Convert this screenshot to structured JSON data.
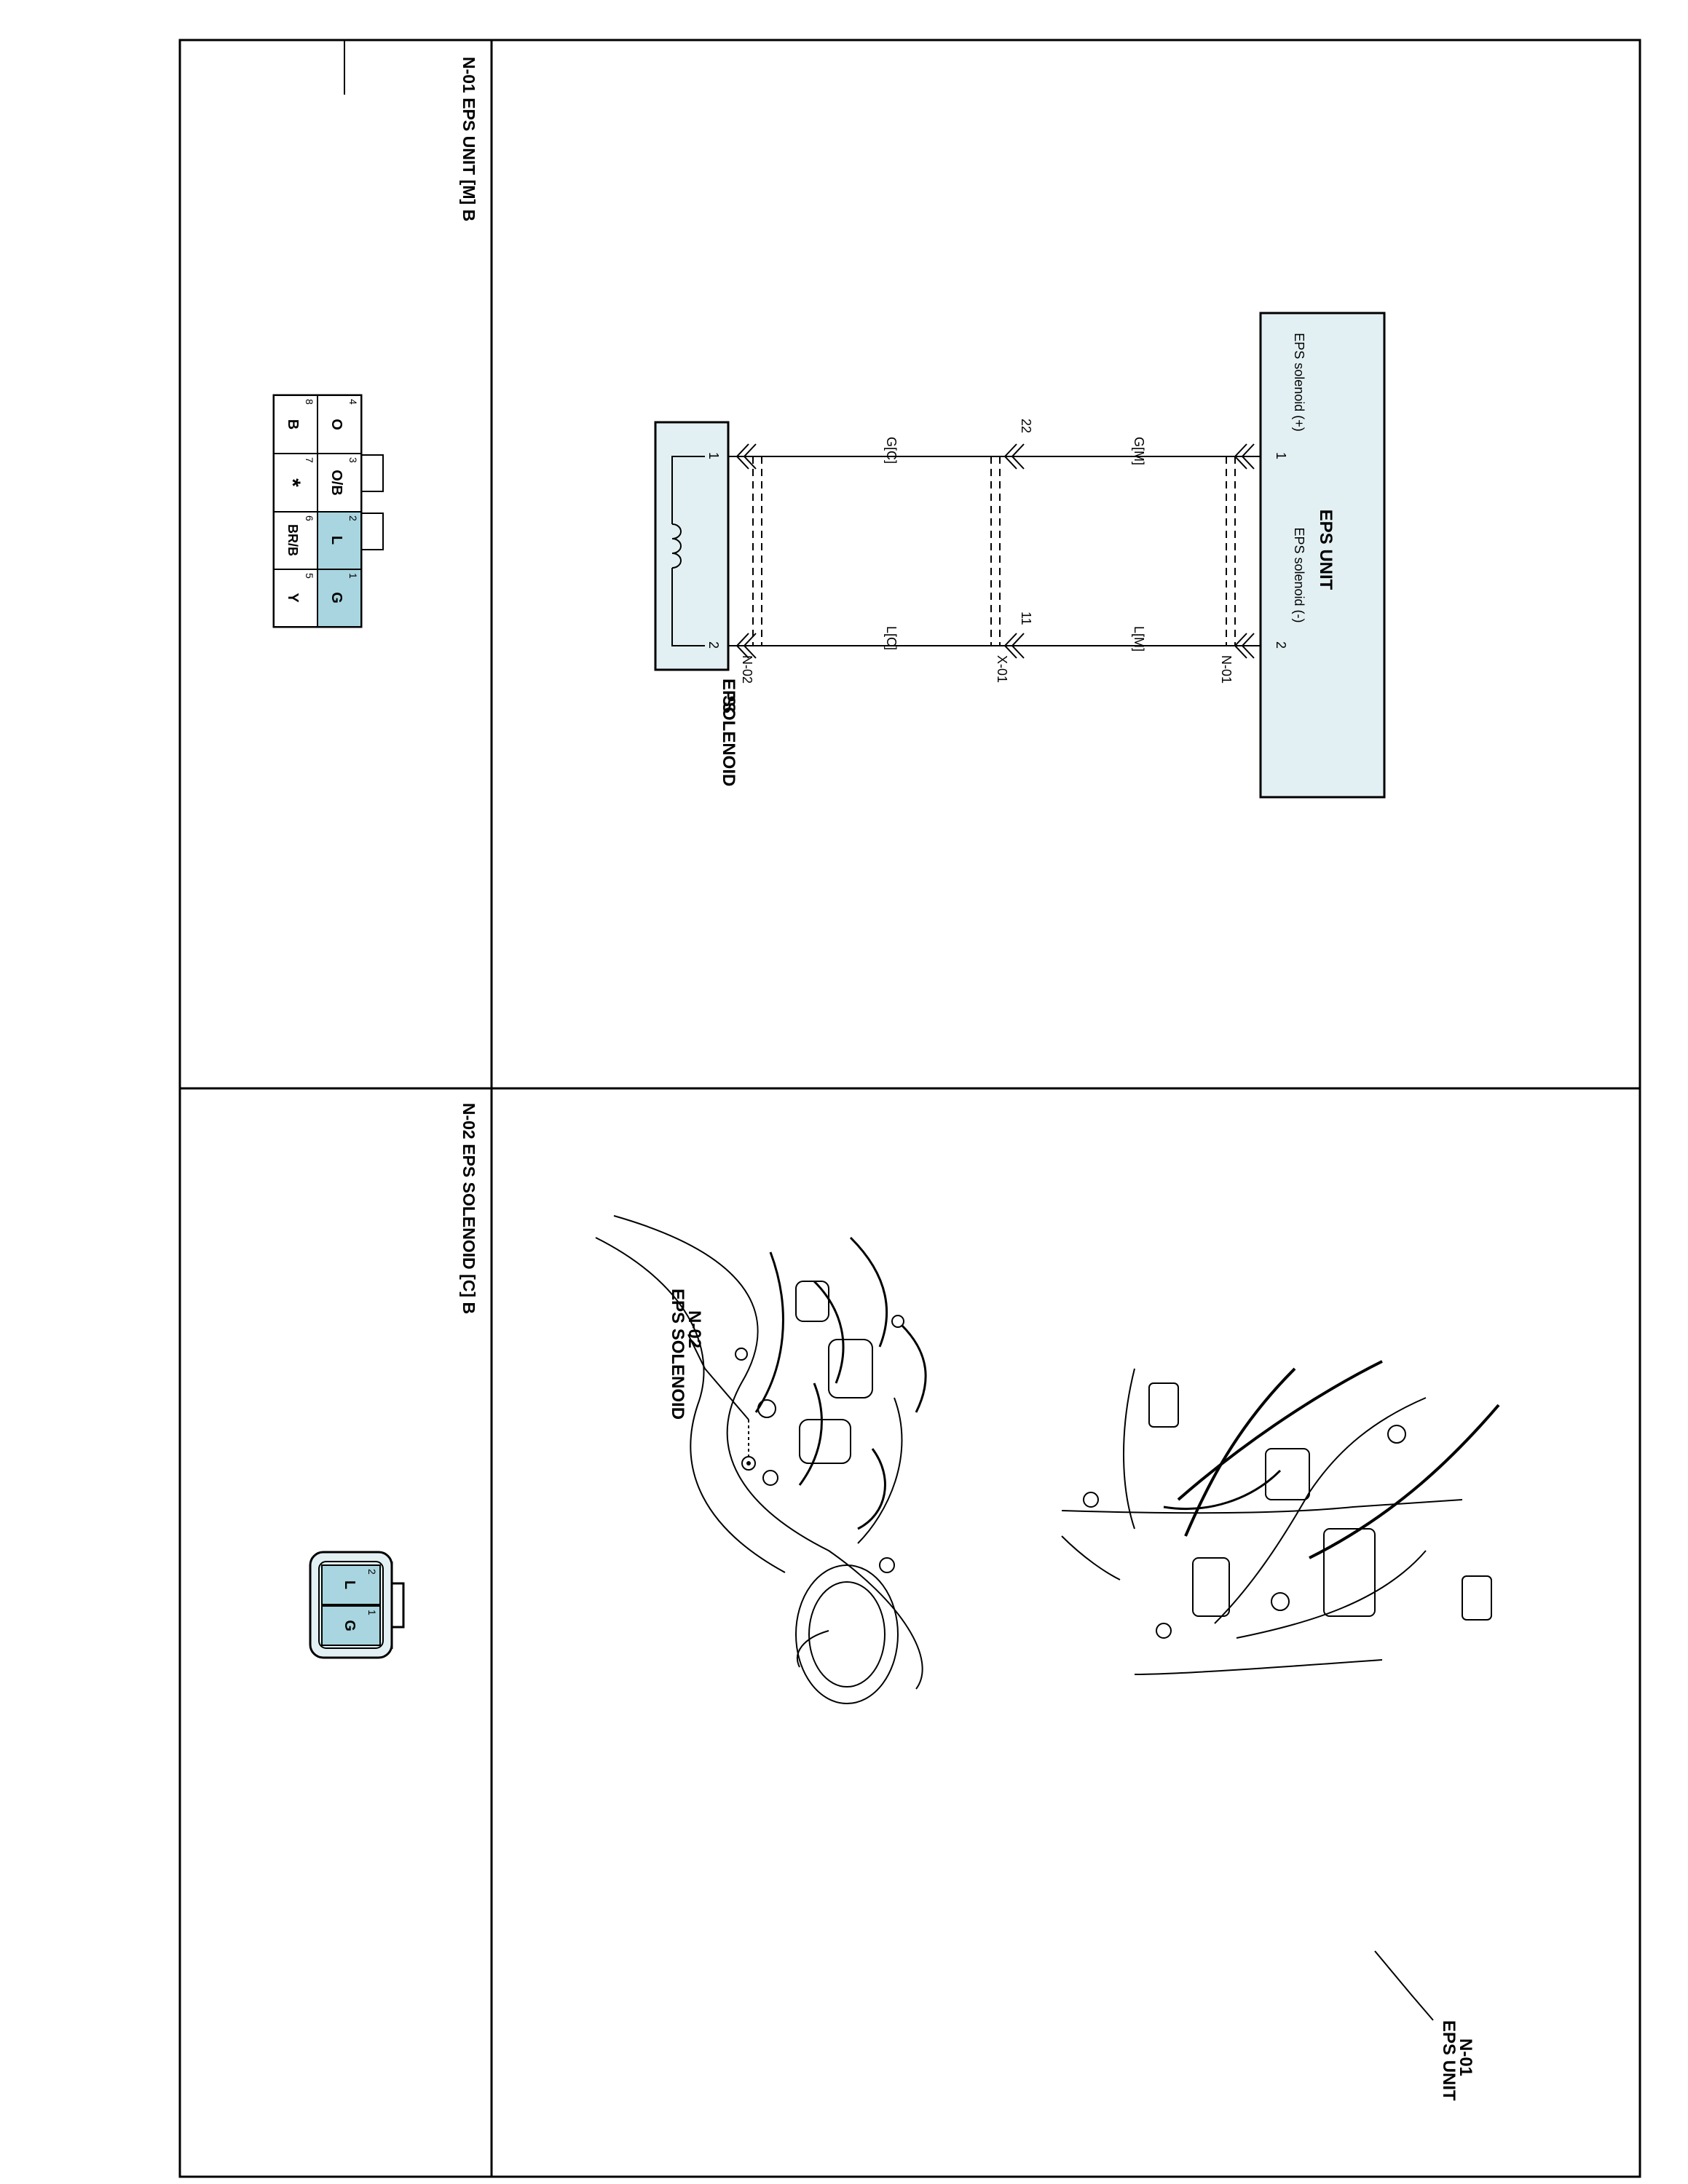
{
  "panels": {
    "n01_title": "N-01 EPS UNIT [M] B",
    "n02_title": "N-02 EPS SOLENOID [C] B"
  },
  "schematic": {
    "eps_unit": {
      "title": "EPS UNIT",
      "pin1_label": "EPS solenoid (+)",
      "pin2_label": "EPS solenoid (-)",
      "pin1": "1",
      "pin2": "2",
      "connector": "N-01"
    },
    "wires_upper": {
      "left": "G[M]",
      "right": "L[M]"
    },
    "joint": {
      "pin_left": "22",
      "pin_right": "11",
      "connector": "X-01"
    },
    "wires_lower": {
      "left": "G[C]",
      "right": "L[C]"
    },
    "solenoid": {
      "pin1": "1",
      "pin2": "2",
      "connector": "N-02",
      "name_line1": "EPS",
      "name_line2": "SOLENOID"
    }
  },
  "connector_n01": {
    "cells": [
      {
        "pin": "4",
        "label": "O",
        "highlight": false
      },
      {
        "pin": "3",
        "label": "O/B",
        "highlight": false
      },
      {
        "pin": "2",
        "label": "L",
        "highlight": true
      },
      {
        "pin": "1",
        "label": "G",
        "highlight": true
      },
      {
        "pin": "8",
        "label": "B",
        "highlight": false
      },
      {
        "pin": "7",
        "label": "*",
        "highlight": false
      },
      {
        "pin": "6",
        "label": "BR/B",
        "highlight": false
      },
      {
        "pin": "5",
        "label": "Y",
        "highlight": false
      }
    ]
  },
  "connector_n02": {
    "cells": [
      {
        "pin": "2",
        "label": "L",
        "highlight": true
      },
      {
        "pin": "1",
        "label": "G",
        "highlight": true
      }
    ]
  },
  "locations": {
    "solenoid_line1": "EPS SOLENOID",
    "solenoid_line2": "N-02",
    "unit_line1": "EPS UNIT",
    "unit_line2": "N-01"
  },
  "colors": {
    "box_fill": "#e3f0f3",
    "pin_highlight": "#a8d5df",
    "line": "#000000"
  }
}
